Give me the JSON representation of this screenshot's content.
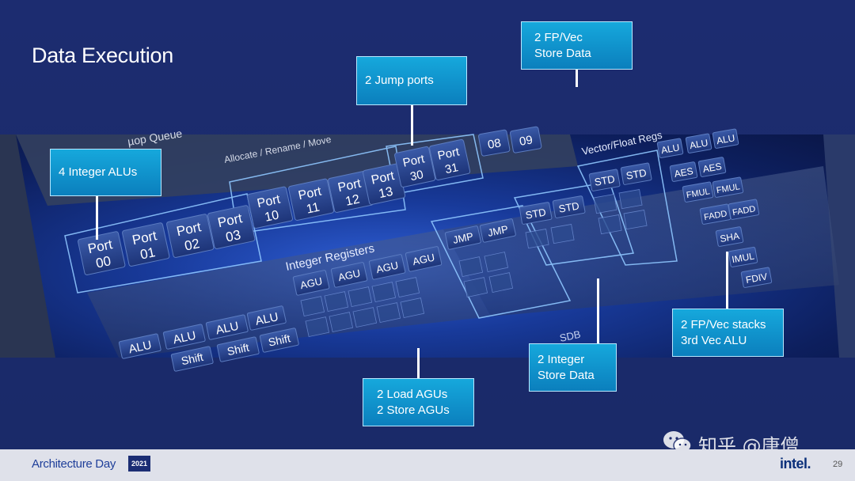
{
  "slide": {
    "title": "Data Execution",
    "number": "29"
  },
  "footer": {
    "brand": "Architecture Day",
    "year": "2021",
    "logo": "intel."
  },
  "watermark": {
    "text": "知乎 @唐僧"
  },
  "callouts": {
    "integer_alus": "4 Integer ALUs",
    "jump_ports": "2 Jump ports",
    "fp_vec_store": [
      "2 FP/Vec",
      "Store Data"
    ],
    "fp_vec_stacks": [
      "2 FP/Vec stacks",
      "3rd Vec ALU"
    ],
    "integer_store": [
      "2 Integer",
      "Store Data"
    ],
    "load_store_agus": [
      "2 Load AGUs",
      "2 Store AGUs"
    ]
  },
  "die_labels": {
    "uop_queue": "µop Queue",
    "allocate": "Allocate / Rename / Move",
    "integer_registers": "Integer Registers",
    "vector_float_registers": "Vector/Float Regs",
    "sdb": "SDB",
    "port_word": "Port",
    "ports_a": [
      "00",
      "01",
      "02",
      "03"
    ],
    "ports_b": [
      "10",
      "11",
      "12",
      "13"
    ],
    "ports_c": [
      "30",
      "31"
    ],
    "ports_d": [
      "08",
      "09"
    ],
    "agu": "AGU",
    "alu": "ALU",
    "shift": "Shift",
    "jmp": "JMP",
    "std": "STD",
    "fp_units": [
      "ALU",
      "ALU",
      "ALU",
      "AES",
      "AES",
      "FMUL",
      "FMUL",
      "FADD",
      "FADD",
      "SHA",
      "IMUL",
      "FDIV"
    ]
  },
  "colors": {
    "background": "#1b2a6b",
    "callout": "#0f90cc",
    "die_glow": "#2f5fd6"
  }
}
